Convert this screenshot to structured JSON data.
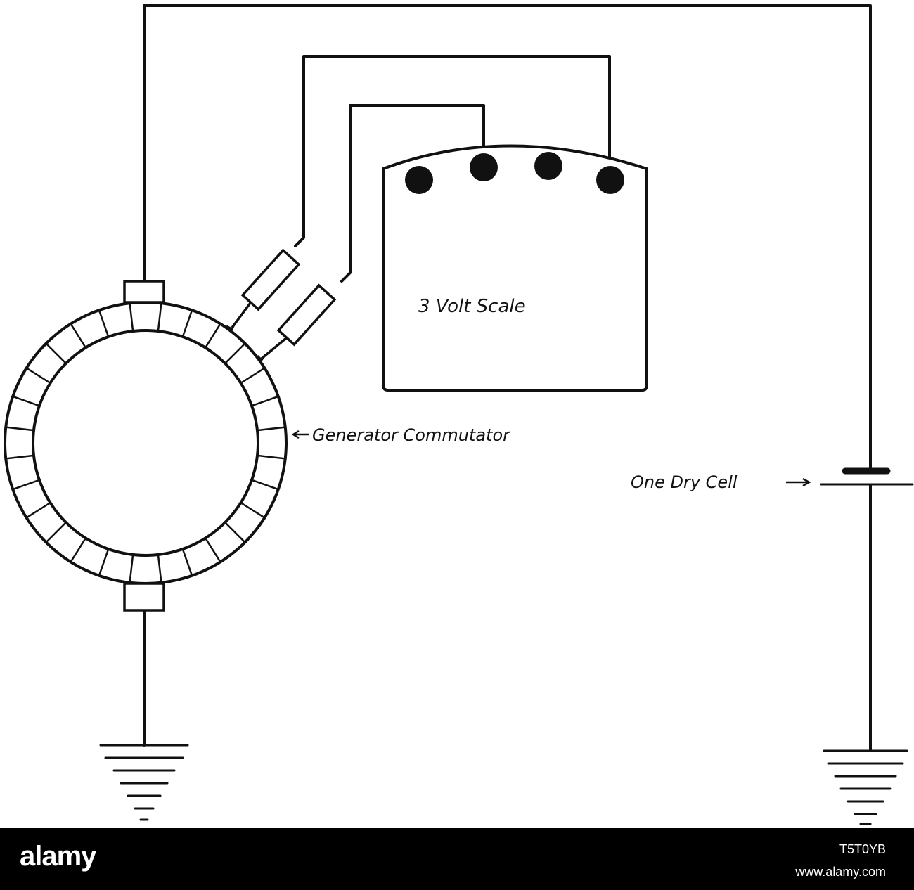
{
  "diagram": {
    "labels": {
      "meter": "3 Volt Scale",
      "commutator": "Generator Commutator",
      "dry_cell": "One Dry Cell"
    },
    "meter_terminals": 4,
    "commutator_segments": 28
  },
  "footer": {
    "brand": "alamy",
    "code": "T5T0YB",
    "url": "www.alamy.com"
  }
}
